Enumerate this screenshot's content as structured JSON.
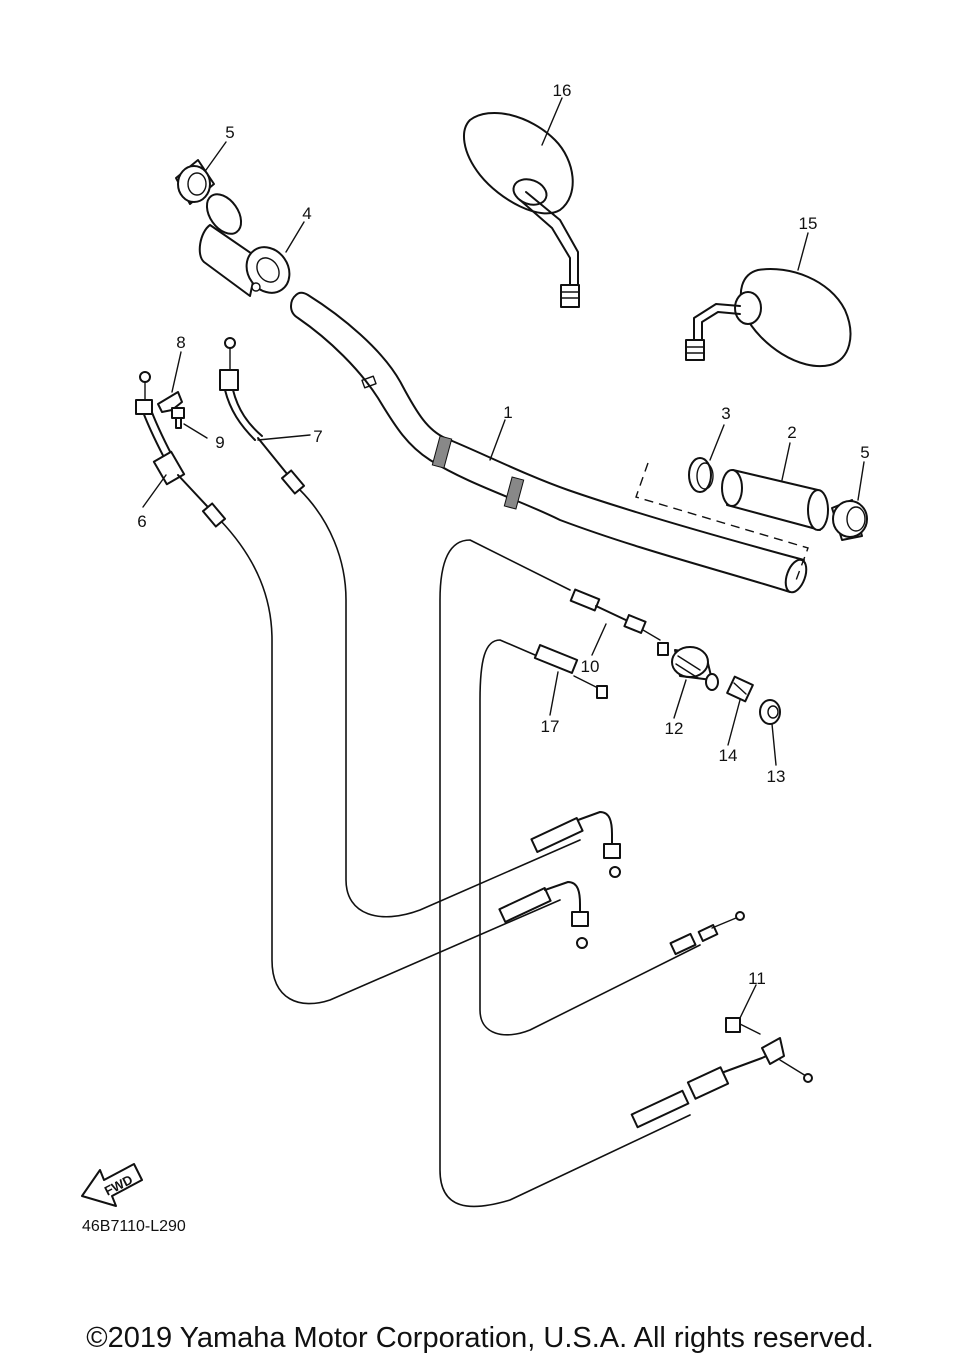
{
  "diagram": {
    "code": "46B7110-L290",
    "copyright": "©2019 Yamaha Motor Corporation, U.S.A. All rights reserved.",
    "fwd_label": "FWD",
    "callouts": {
      "p1": "1",
      "p2": "2",
      "p3": "3",
      "p4": "4",
      "p5a": "5",
      "p5b": "5",
      "p6": "6",
      "p7": "7",
      "p8": "8",
      "p9": "9",
      "p10": "10",
      "p11": "11",
      "p12": "12",
      "p13": "13",
      "p14": "14",
      "p15": "15",
      "p16": "16",
      "p17": "17"
    }
  }
}
